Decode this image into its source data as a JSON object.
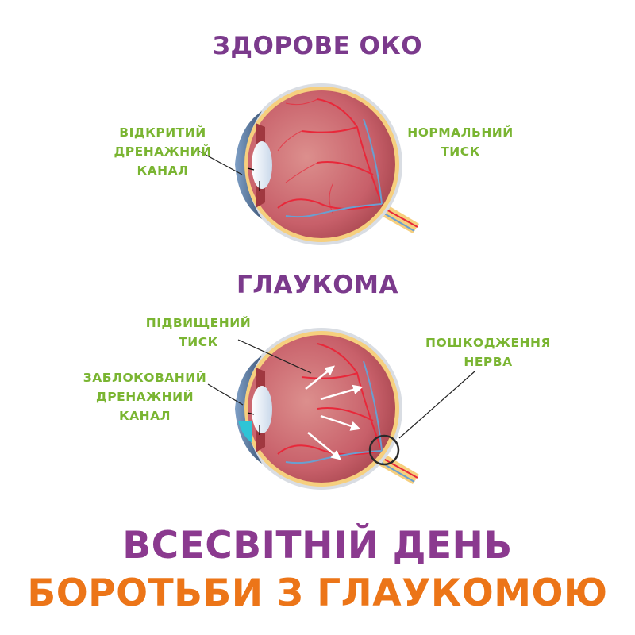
{
  "section_healthy": {
    "title": "ЗДОРОВЕ ОКО",
    "labels": {
      "open_drain": [
        "ВІДКРИТИЙ",
        "ДРЕНАЖНИЙ",
        "КАНАЛ"
      ],
      "normal_pressure": [
        "НОРМАЛЬНИЙ",
        "ТИСК"
      ]
    }
  },
  "section_glaucoma": {
    "title": "ГЛАУКОМА",
    "labels": {
      "high_pressure": [
        "ПІДВИЩЕНИЙ",
        "ТИСК"
      ],
      "blocked_drain": [
        "ЗАБЛОКОВАНИЙ",
        "ДРЕНАЖНИЙ",
        "КАНАЛ"
      ],
      "nerve_damage": [
        "ПОШКОДЖЕННЯ",
        "НЕРВА"
      ]
    }
  },
  "banner": {
    "line1": "ВСЕСВІТНІЙ ДЕНЬ",
    "line2": "БОРОТЬБИ З ГЛАУКОМОЮ"
  },
  "colors": {
    "title_purple": "#7b3a8c",
    "label_green": "#7ab532",
    "banner_purple": "#8b3a8f",
    "banner_orange": "#ec7518",
    "eye_interior": "#c8606a",
    "vessel_red": "#e8283a",
    "vessel_blue": "#6a9fd0",
    "sclera_yellow": "#f6cf7e",
    "blocked_cyan": "#2ec4d6"
  }
}
